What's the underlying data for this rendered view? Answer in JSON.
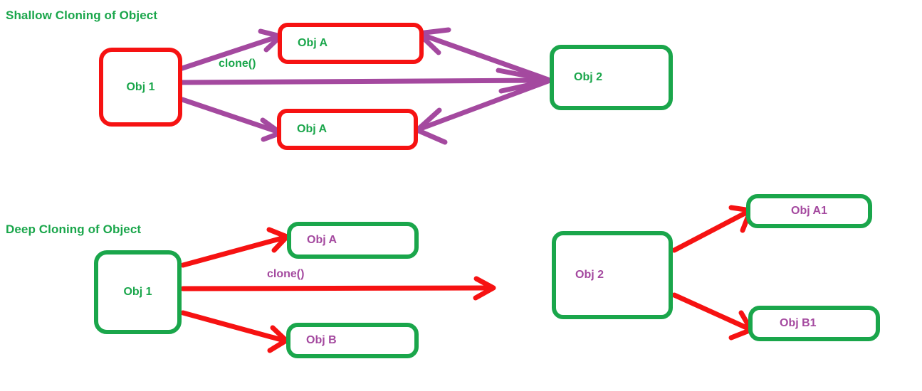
{
  "palette": {
    "green": "#1aa64b",
    "red": "#f61212",
    "purple": "#a4499f",
    "white": "#ffffff"
  },
  "sections": [
    {
      "id": "shallow",
      "title": "Shallow Cloning of Object",
      "title_color": "#1aa64b",
      "edge_color": "#a4499f",
      "edge_label": "clone()",
      "edge_label_color": "#1aa64b",
      "nodes": [
        {
          "id": "shallow-obj1",
          "label": "Obj 1",
          "border": "#f61212",
          "text": "#1aa64b"
        },
        {
          "id": "shallow-obja-1",
          "label": "Obj A",
          "border": "#f61212",
          "text": "#1aa64b"
        },
        {
          "id": "shallow-obja-2",
          "label": "Obj A",
          "border": "#f61212",
          "text": "#1aa64b"
        },
        {
          "id": "shallow-obj2",
          "label": "Obj 2",
          "border": "#1aa64b",
          "text": "#1aa64b"
        }
      ]
    },
    {
      "id": "deep",
      "title": "Deep Cloning of Object",
      "title_color": "#1aa64b",
      "edge_color": "#f61212",
      "edge_label": "clone()",
      "edge_label_color": "#a4499f",
      "nodes": [
        {
          "id": "deep-obj1",
          "label": "Obj 1",
          "border": "#1aa64b",
          "text": "#1aa64b"
        },
        {
          "id": "deep-obja",
          "label": "Obj A",
          "border": "#1aa64b",
          "text": "#a4499f"
        },
        {
          "id": "deep-objb",
          "label": "Obj B",
          "border": "#1aa64b",
          "text": "#a4499f"
        },
        {
          "id": "deep-obj2",
          "label": "Obj 2",
          "border": "#1aa64b",
          "text": "#a4499f"
        },
        {
          "id": "deep-obja1",
          "label": "Obj A1",
          "border": "#1aa64b",
          "text": "#a4499f"
        },
        {
          "id": "deep-objb1",
          "label": "Obj B1",
          "border": "#1aa64b",
          "text": "#a4499f"
        }
      ]
    }
  ],
  "labels": {
    "shallow_title": "Shallow Cloning of Object",
    "deep_title": "Deep Cloning of Object",
    "shallow_obj1": "Obj 1",
    "shallow_obja_top": "Obj A",
    "shallow_obja_bottom": "Obj A",
    "shallow_obj2": "Obj 2",
    "shallow_clone": "clone()",
    "deep_obj1": "Obj 1",
    "deep_obja": "Obj A",
    "deep_objb": "Obj B",
    "deep_obj2": "Obj 2",
    "deep_obja1": "Obj A1",
    "deep_objb1": "Obj B1",
    "deep_clone": "clone()"
  }
}
